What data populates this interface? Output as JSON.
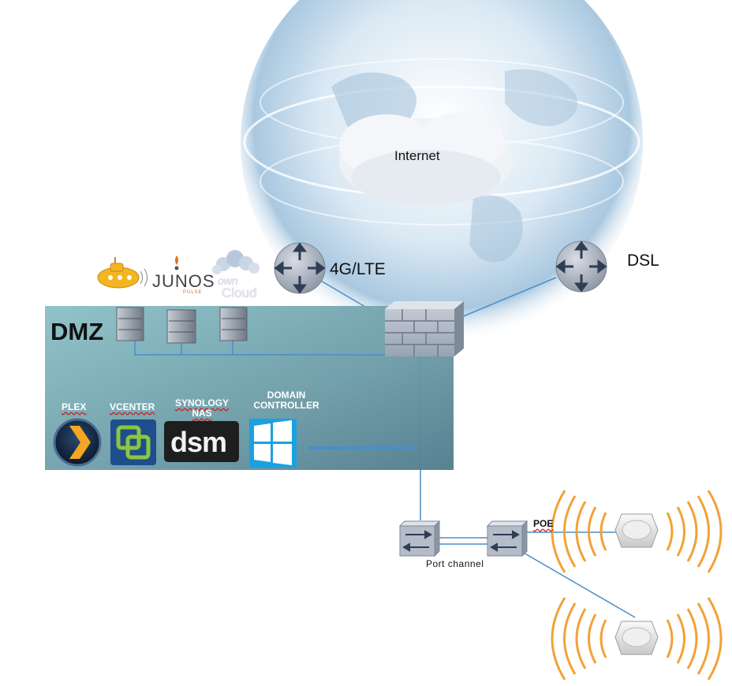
{
  "internet": {
    "label": "Internet"
  },
  "uplinks": {
    "lte_label": "4G/LTE",
    "dsl_label": "DSL"
  },
  "dmz": {
    "label": "DMZ"
  },
  "dmz_apps": {
    "junos_text": "JUNOS",
    "junos_sub": "PULSE",
    "owncloud_own": "own",
    "owncloud_cloud": "Cloud"
  },
  "lan_apps": {
    "plex": "PLEX",
    "vcenter": "VCENTER",
    "synology_line1": "SYNOLOGY",
    "synology_line2": "NAS",
    "dsm_text": "dsm",
    "dc_line1": "DOMAIN",
    "dc_line2": "CONTROLLER"
  },
  "switching": {
    "port_channel": "Port channel",
    "poe": "POE"
  },
  "colors": {
    "link": "#4a8ec8",
    "dmz_panel": "#7fb0b8",
    "router": "#a7b0bd",
    "wifi_wave": "#f2a238",
    "windows_blue": "#1ba1e2"
  }
}
